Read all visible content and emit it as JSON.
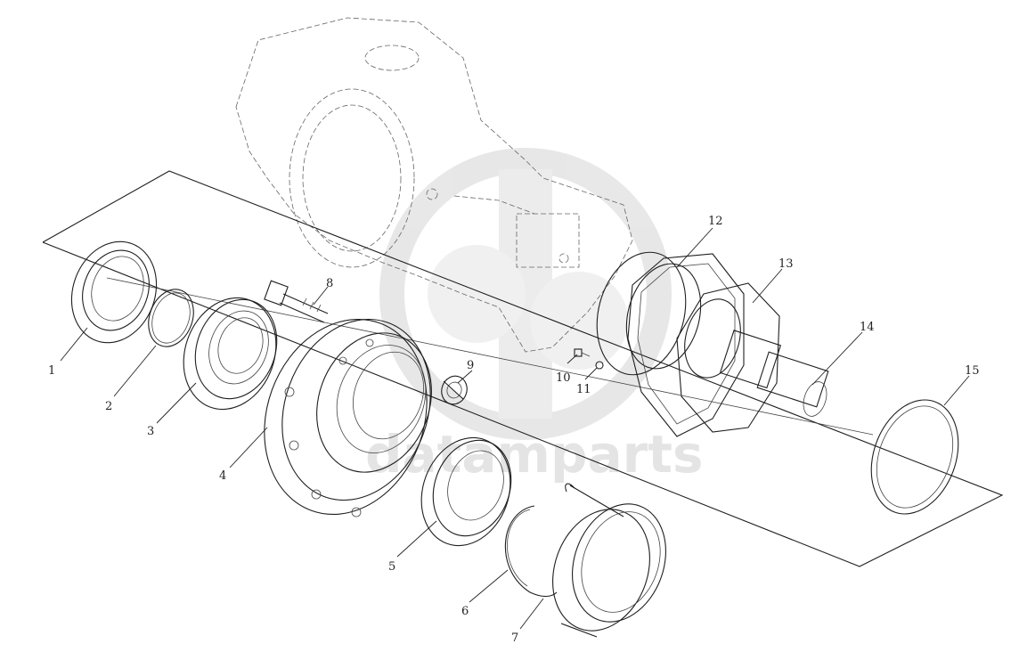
{
  "diagram": {
    "watermark_text": "datamparts",
    "callouts": [
      {
        "id": "1",
        "label": "1"
      },
      {
        "id": "2",
        "label": "2"
      },
      {
        "id": "3",
        "label": "3"
      },
      {
        "id": "4",
        "label": "4"
      },
      {
        "id": "5",
        "label": "5"
      },
      {
        "id": "6",
        "label": "6"
      },
      {
        "id": "7",
        "label": "7"
      },
      {
        "id": "8",
        "label": "8"
      },
      {
        "id": "9",
        "label": "9"
      },
      {
        "id": "10",
        "label": "10"
      },
      {
        "id": "11",
        "label": "11"
      },
      {
        "id": "12",
        "label": "12"
      },
      {
        "id": "13",
        "label": "13"
      },
      {
        "id": "14",
        "label": "14"
      },
      {
        "id": "15",
        "label": "15"
      }
    ]
  }
}
